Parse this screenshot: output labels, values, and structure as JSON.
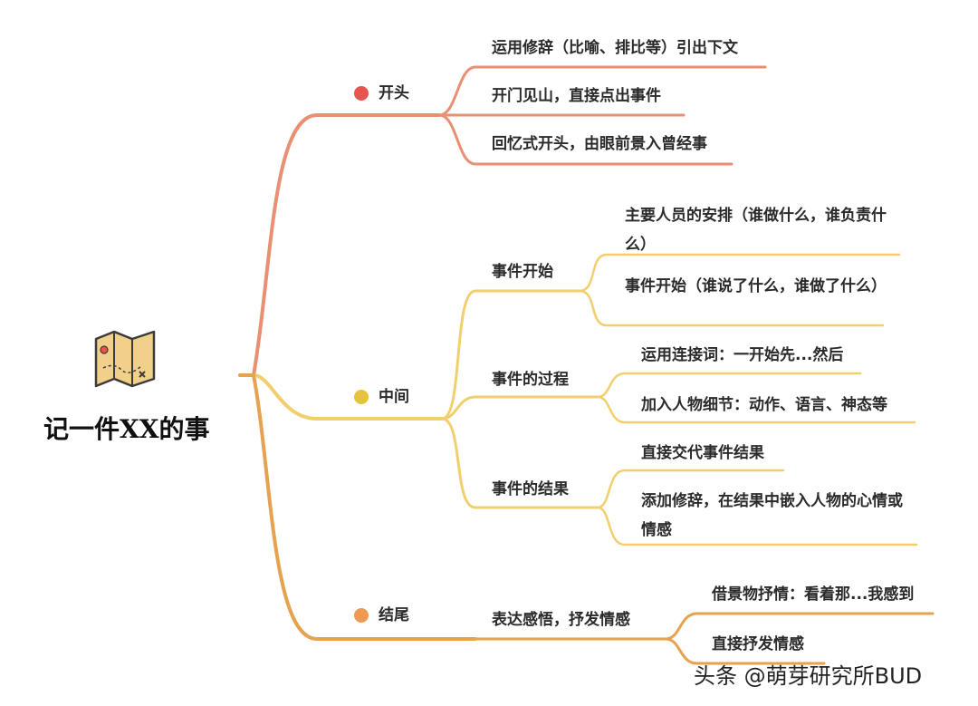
{
  "root": {
    "title": "记一件XX的事",
    "icon": "folded-map-icon"
  },
  "colors": {
    "opening": "#E98F72",
    "opening_dot": "#E8534F",
    "middle": "#F2CF6E",
    "middle_dot": "#E6C33D",
    "ending": "#E6A24E",
    "ending_dot": "#EE9A52"
  },
  "branches": {
    "opening": {
      "label": "开头",
      "items": [
        "运用修辞（比喻、排比等）引出下文",
        "开门见山，直接点出事件",
        "回忆式开头，由眼前景入曾经事"
      ]
    },
    "middle": {
      "label": "中间",
      "start": {
        "label": "事件开始",
        "items": [
          "主要人员的安排（谁做什么，谁负责什么）",
          "事件开始（谁说了什么，谁做了什么）"
        ]
      },
      "process": {
        "label": "事件的过程",
        "items": [
          "运用连接词：一开始先...然后",
          "加入人物细节：动作、语言、神态等"
        ]
      },
      "result": {
        "label": "事件的结果",
        "items": [
          "直接交代事件结果",
          "添加修辞，在结果中嵌入人物的心情或情感"
        ]
      }
    },
    "ending": {
      "label": "结尾",
      "express": {
        "label": "表达感悟，抒发情感",
        "items": [
          "借景物抒情：看着那...我感到",
          "直接抒发情感"
        ]
      }
    }
  },
  "watermark": "头条 @萌芽研究所BUD"
}
